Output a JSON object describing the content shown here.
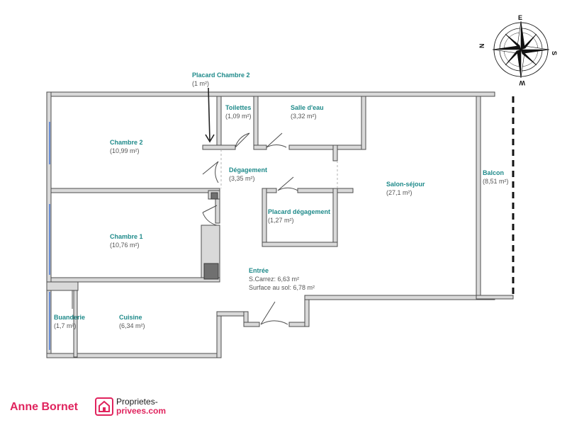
{
  "rooms": {
    "placard_chambre2": {
      "name": "Placard Chambre 2",
      "area": "(1 m²)"
    },
    "toilettes": {
      "name": "Toilettes",
      "area": "(1,09 m²)"
    },
    "salle_eau": {
      "name": "Salle d'eau",
      "area": "(3,32 m²)"
    },
    "chambre2": {
      "name": "Chambre 2",
      "area": "(10,99 m²)"
    },
    "degagement": {
      "name": "Dégagement",
      "area": "(3,35 m²)"
    },
    "salon": {
      "name": "Salon-séjour",
      "area": "(27,1 m²)"
    },
    "balcon": {
      "name": "Balcon",
      "area": "(8,51 m²)"
    },
    "placard_degagement": {
      "name": "Placard dégagement",
      "area": "(1,27 m²)"
    },
    "chambre1": {
      "name": "Chambre 1",
      "area": "(10,76 m²)"
    },
    "entree": {
      "name": "Entrée",
      "carrez": "S.Carrez: 6,63 m²",
      "sol": "Surface au sol: 6,78 m²"
    },
    "buanderie": {
      "name": "Buanderie",
      "area": "(1,7 m²)"
    },
    "cuisine": {
      "name": "Cuisine",
      "area": "(6,34 m²)"
    }
  },
  "compass": {
    "e": "E",
    "n": "N",
    "s": "S",
    "w": "W"
  },
  "brand": {
    "agent": "Anne Bornet",
    "line1": "Proprietes-",
    "line2": "privees.com"
  },
  "colors": {
    "wall": "#d9d9d9",
    "wall_stroke": "#4d4d4d",
    "label": "#1f8a8a",
    "brand": "#e0245e",
    "window": "#6b8fd6"
  }
}
